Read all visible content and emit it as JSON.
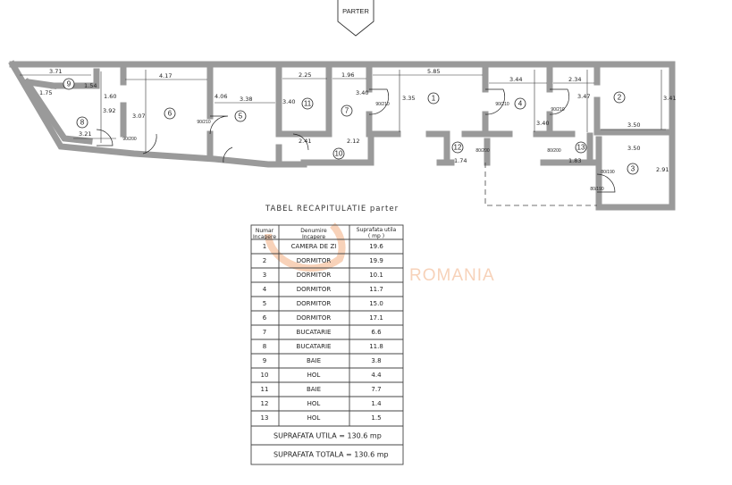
{
  "header": {
    "level_label": "PARTER"
  },
  "plan": {
    "rooms": [
      {
        "num": "1"
      },
      {
        "num": "2"
      },
      {
        "num": "3"
      },
      {
        "num": "4"
      },
      {
        "num": "5"
      },
      {
        "num": "6"
      },
      {
        "num": "7"
      },
      {
        "num": "8"
      },
      {
        "num": "9"
      },
      {
        "num": "10"
      },
      {
        "num": "11"
      },
      {
        "num": "12"
      },
      {
        "num": "13"
      }
    ],
    "dimensions": {
      "r9_w": "3.71",
      "r9_a": "1.75",
      "r9_h": "1.54",
      "r8_a": "1.60",
      "r8_h": "3.92",
      "r8_b": "3.21",
      "r6_w": "4.17",
      "r6_h": "3.07",
      "r5_h": "4.06",
      "r5_w": "3.38",
      "r11_w": "2.25",
      "r11_h": "3.40",
      "r7_w": "1.96",
      "r7_h": "3.40",
      "r1_w": "5.85",
      "r1_h": "3.35",
      "r4_w": "3.44",
      "r4_h": "3.40",
      "r2_w": "2.34",
      "r2_h": "3.47",
      "r2_h2": "3.41",
      "r2_b": "3.50",
      "r3_w": "3.50",
      "r3_h": "2.91",
      "r10_a": "2.41",
      "r10_b": "2.12",
      "r12_w": "1.74",
      "r13_w": "1.83"
    },
    "doors": {
      "d90_210": "90/210",
      "d80_200": "80/200",
      "d80_190": "80/190",
      "d90_200": "90/200"
    }
  },
  "table": {
    "title": "TABEL RECAPITULATIE parter",
    "headers": {
      "num_l1": "Numar",
      "num_l2": "Incapere",
      "name_l1": "Denumire",
      "name_l2": "Incapere",
      "area_l1": "Suprafata utila",
      "area_l2": "( mp )"
    },
    "rows": [
      {
        "num": "1",
        "name": "CAMERA DE ZI",
        "area": "19.6"
      },
      {
        "num": "2",
        "name": "DORMITOR",
        "area": "19.9"
      },
      {
        "num": "3",
        "name": "DORMITOR",
        "area": "10.1"
      },
      {
        "num": "4",
        "name": "DORMITOR",
        "area": "11.7"
      },
      {
        "num": "5",
        "name": "DORMITOR",
        "area": "15.0"
      },
      {
        "num": "6",
        "name": "DORMITOR",
        "area": "17.1"
      },
      {
        "num": "7",
        "name": "BUCATARIE",
        "area": "6.6"
      },
      {
        "num": "8",
        "name": "BUCATARIE",
        "area": "11.8"
      },
      {
        "num": "9",
        "name": "BAIE",
        "area": "3.8"
      },
      {
        "num": "10",
        "name": "HOL",
        "area": "4.4"
      },
      {
        "num": "11",
        "name": "BAIE",
        "area": "7.7"
      },
      {
        "num": "12",
        "name": "HOL",
        "area": "1.4"
      },
      {
        "num": "13",
        "name": "HOL",
        "area": "1.5"
      }
    ],
    "summary_useful": "SUPRAFATA UTILA = 130.6 mp",
    "summary_total": "SUPRAFATA TOTALA = 130.6 mp"
  },
  "watermark": {
    "text": "ROMANIA",
    "color": "#f6c7a8"
  }
}
